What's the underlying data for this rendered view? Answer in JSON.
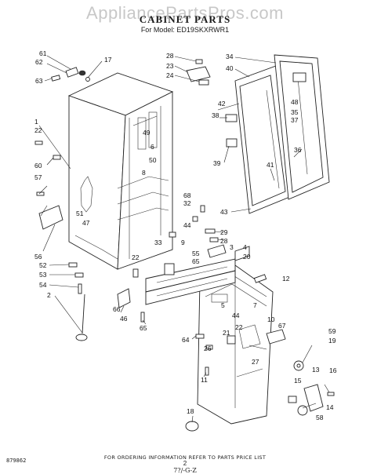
{
  "watermark": "AppliancePartsPros.com",
  "title": "CABINET PARTS",
  "model": "For Model: ED19SKXRWR1",
  "footer_note": "FOR ORDERING INFORMATION REFER TO PARTS PRICE LIST",
  "page_number": "2",
  "code": "879862",
  "revision_mark": "7?/-G-Z",
  "callouts": [
    "61",
    "62",
    "63",
    "17",
    "28",
    "23",
    "24",
    "34",
    "40",
    "1",
    "22",
    "60",
    "57",
    "49",
    "6",
    "50",
    "8",
    "48",
    "35",
    "37",
    "42",
    "38",
    "36",
    "39",
    "41",
    "68",
    "32",
    "44",
    "43",
    "51",
    "47",
    "56",
    "52",
    "53",
    "54",
    "2",
    "33",
    "9",
    "29",
    "28",
    "3",
    "22",
    "55",
    "65",
    "4",
    "20",
    "12",
    "66",
    "46",
    "65",
    "5",
    "44",
    "10",
    "67",
    "59",
    "19",
    "64",
    "26",
    "21",
    "22",
    "27",
    "11",
    "13",
    "16",
    "15",
    "14",
    "58",
    "18",
    "7"
  ]
}
